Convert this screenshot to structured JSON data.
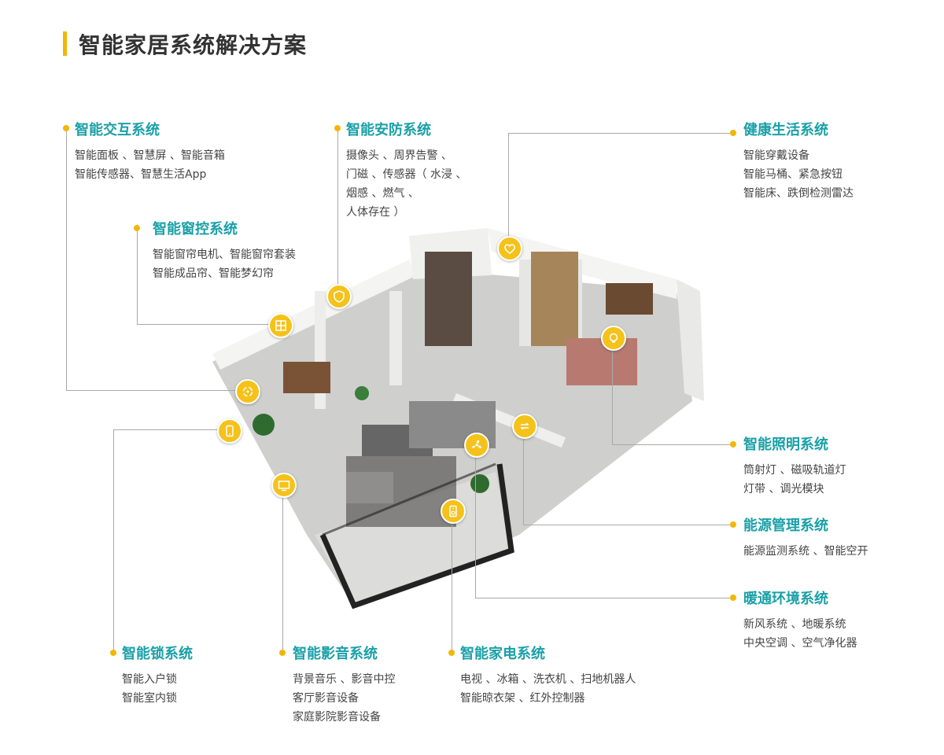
{
  "page": {
    "title": "智能家居系统解决方案"
  },
  "systems": {
    "interaction": {
      "title": "智能交互系统",
      "lines": [
        "智能面板 、智慧屏 、智能音箱",
        "智能传感器、智慧生活App"
      ]
    },
    "window": {
      "title": "智能窗控系统",
      "lines": [
        "智能窗帘电机、智能窗帘套装",
        "智能成品帘、智能梦幻帘"
      ]
    },
    "security": {
      "title": "智能安防系统",
      "lines": [
        "摄像头 、周界告警 、",
        "门磁 、传感器（ 水浸 、",
        "烟感 、燃气 、",
        "人体存在 ）"
      ]
    },
    "health": {
      "title": "健康生活系统",
      "lines": [
        "智能穿戴设备",
        "智能马桶、紧急按钮",
        "智能床、跌倒检测雷达"
      ]
    },
    "lighting": {
      "title": "智能照明系统",
      "lines": [
        "筒射灯 、磁吸轨道灯",
        "灯带 、调光模块"
      ]
    },
    "energy": {
      "title": "能源管理系统",
      "lines": [
        "能源监测系统 、智能空开"
      ]
    },
    "hvac": {
      "title": "暖通环境系统",
      "lines": [
        "新风系统 、地暖系统",
        "中央空调 、空气净化器"
      ]
    },
    "lock": {
      "title": "智能锁系统",
      "lines": [
        "智能入户锁",
        "智能室内锁"
      ]
    },
    "av": {
      "title": "智能影音系统",
      "lines": [
        "背景音乐 、影音中控",
        "客厅影音设备",
        "家庭影院影音设备"
      ]
    },
    "appliance": {
      "title": "智能家电系统",
      "lines": [
        "电视 、冰箱 、洗衣机 、扫地机器人",
        "智能晾衣架 、红外控制器"
      ]
    }
  },
  "colors": {
    "accent": "#f2b705",
    "heading": "#1aa0a8",
    "leader": "#a9a9a9"
  },
  "icons": [
    "curtain-icon",
    "shield-icon",
    "heart-icon",
    "bulb-icon",
    "interaction-icon",
    "phone-icon",
    "fan-icon",
    "energy-icon",
    "tv-icon",
    "speaker-icon"
  ]
}
